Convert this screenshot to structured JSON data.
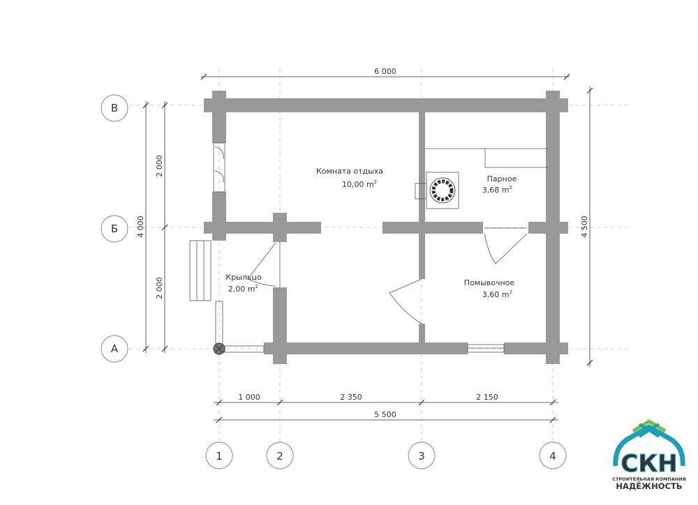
{
  "dimensions": {
    "top_total": "6 000",
    "bottom_segments": [
      "1 000",
      "2 350",
      "2 150"
    ],
    "bottom_total": "5 500",
    "left_segments": [
      "2 000",
      "2 000"
    ],
    "left_total": "4 000",
    "right_total": "4 500"
  },
  "axes": {
    "rows": [
      "В",
      "Б",
      "А"
    ],
    "columns": [
      "1",
      "2",
      "3",
      "4"
    ]
  },
  "rooms": [
    {
      "name": "Комната отдыха",
      "area": "10,00 m",
      "sup": "2"
    },
    {
      "name": "Парное",
      "area": "3,68 m",
      "sup": "2"
    },
    {
      "name": "Помывочное",
      "area": "3,60 m",
      "sup": "2"
    },
    {
      "name": "Крыльцо",
      "area": "2,00 m",
      "sup": "2"
    }
  ],
  "logo": {
    "letters": "СКН",
    "line1": "СТРОИТЕЛЬНАЯ КОМПАНИЯ",
    "line2": "НАДЁЖНОСТЬ",
    "colors": {
      "teal": "#1aa0b8",
      "green": "#7dbb3c",
      "dark": "#2a2a2a"
    }
  },
  "colors": {
    "wall": "#999999",
    "grid": "#bbbbbb",
    "line": "#333333"
  }
}
